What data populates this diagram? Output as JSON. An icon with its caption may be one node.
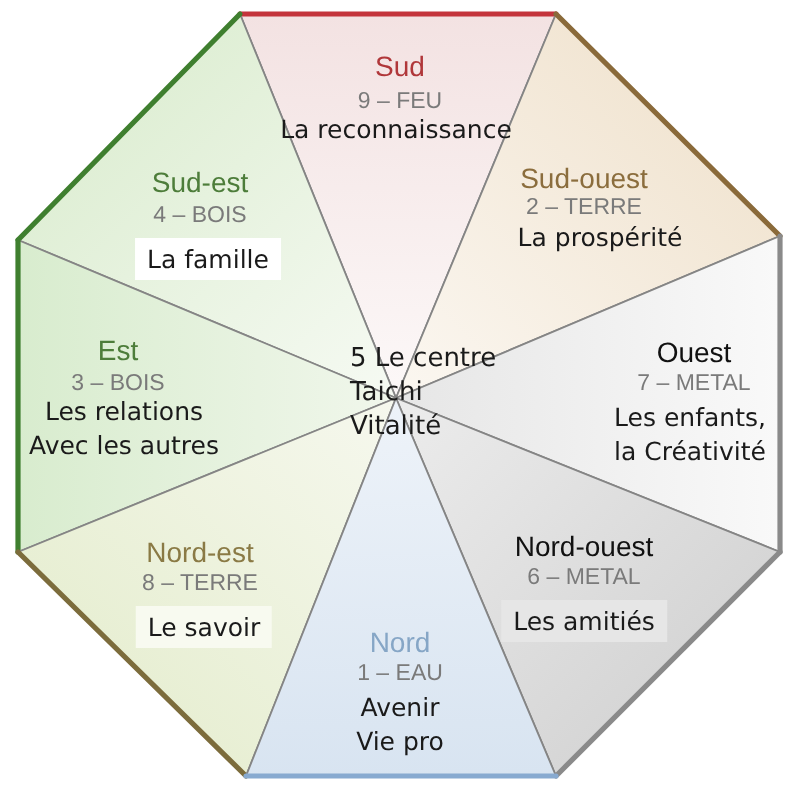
{
  "diagram": {
    "nodes": [
      {
        "text": [
          "Sud",
          "9 – FEU",
          "La reconnaissance"
        ]
      },
      {
        "text": [
          "Sud-est",
          "4 – BOIS",
          "La famille"
        ]
      },
      {
        "text": [
          "Sud-ouest",
          "2 – TERRE",
          "La prospérité"
        ]
      },
      {
        "text": [
          "Est",
          "3 – BOIS",
          "Les relations Avec les autres"
        ]
      },
      {
        "text": [
          "Ouest",
          "7 – METAL",
          "Les enfants, la Créativité"
        ]
      },
      {
        "text": [
          "Nord-est",
          "8 – TERRE",
          "Le savoir"
        ]
      },
      {
        "text": [
          "Nord-ouest",
          "6 – METAL",
          "Les amitiés"
        ]
      },
      {
        "text": [
          "Nord",
          "1 – EAU",
          "Avenir Vie pro"
        ]
      }
    ],
    "labels": [
      "5 Le centre Taichi Vitalité"
    ]
  }
}
